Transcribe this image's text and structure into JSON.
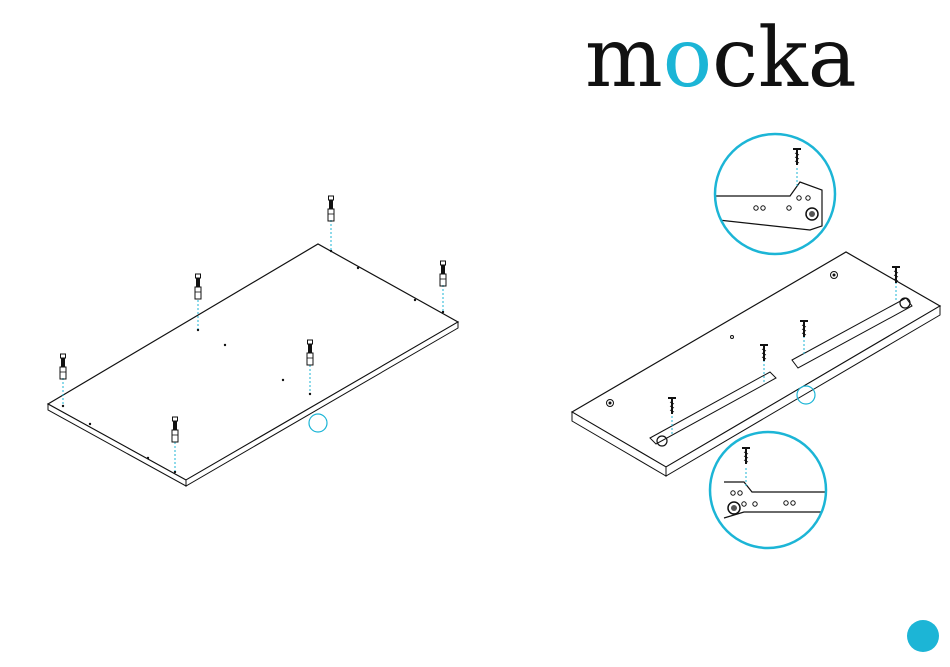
{
  "brand": {
    "name_parts": [
      "m",
      "o",
      "cka"
    ],
    "accent_color": "#1cb5d6"
  },
  "colors": {
    "line": "#111111",
    "guide": "#1cb5d6"
  }
}
